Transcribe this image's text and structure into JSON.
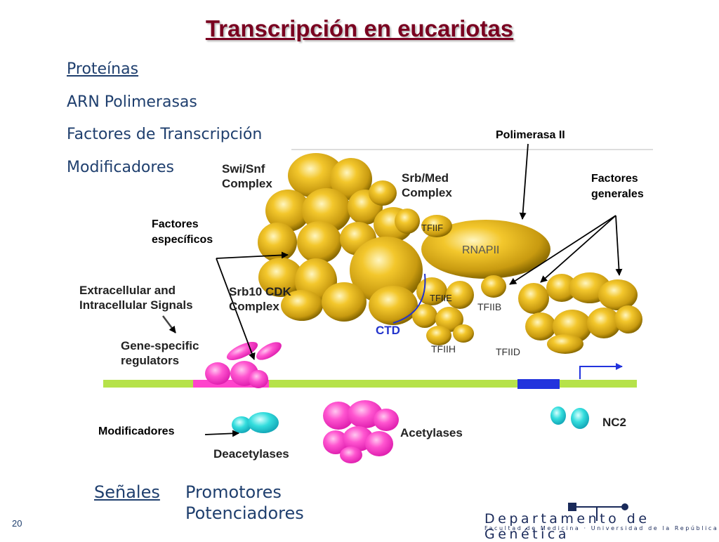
{
  "title": "Transcripción en eucariotas",
  "bullets": [
    "Proteínas",
    "ARN Polimerasas",
    "Factores de Transcripción",
    "Modificadores"
  ],
  "annotations": {
    "polimerasa": "Polimerasa II",
    "generales_1": "Factores",
    "generales_2": "generales",
    "especificos_1": "Factores",
    "especificos_2": "específicos",
    "modificadores": "Modificadores"
  },
  "diagram_labels": {
    "swi_1": "Swi/Snf",
    "swi_2": "Complex",
    "srb_1": "Srb/Med",
    "srb_2": "Complex",
    "tfiif": "TFIIF",
    "rnapii": "RNAPII",
    "extra_1": "Extracellular and",
    "extra_2": "Intracellular Signals",
    "srb10_1": "Srb10 CDK",
    "srb10_2": "Complex",
    "tfiie": "TFIIE",
    "tfiib": "TFIIB",
    "ctd": "CTD",
    "tfiih": "TFIIH",
    "tfiid": "TFIID",
    "gene_1": "Gene-specific",
    "gene_2": "regulators",
    "nc2": "NC2",
    "acetylases": "Acetylases",
    "deacetylases": "Deacetylases"
  },
  "bottom": {
    "senales": "Señales",
    "promotores": "Promotores",
    "potenciadores": "Potenciadores"
  },
  "footer": {
    "page": "20",
    "dept": "Departamento de Genética",
    "dept_sub": "Facultad de Medicina · Universidad de la República"
  },
  "colors": {
    "title": "#7a0020",
    "text": "#1f3f6e",
    "blob": "#f2c530",
    "magenta": "#ff44cc",
    "cyan": "#33dddd",
    "dna": "#b6e24a",
    "tata": "#2233dd"
  }
}
